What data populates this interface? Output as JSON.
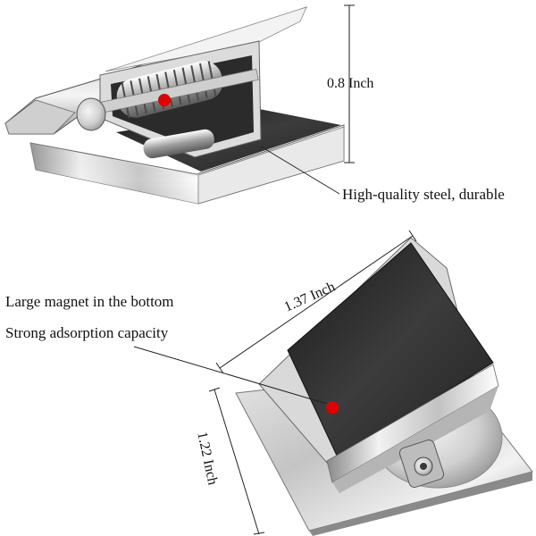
{
  "labels": {
    "top_height": "0.8 Inch",
    "material": "High-quality steel, durable",
    "magnet_line1": "Large magnet in the bottom",
    "magnet_line2": "Strong adsorption capacity",
    "width": "1.37 Inch",
    "bottom_height": "1.22 Inch"
  },
  "colors": {
    "background": "#ffffff",
    "chrome_light": "#f4f4f4",
    "chrome_mid": "#c9c9c9",
    "chrome_dark": "#5a5a5a",
    "magnet_pad": "#2a2a2a",
    "marker_dot": "#e00000",
    "dimension_line": "#222222"
  }
}
